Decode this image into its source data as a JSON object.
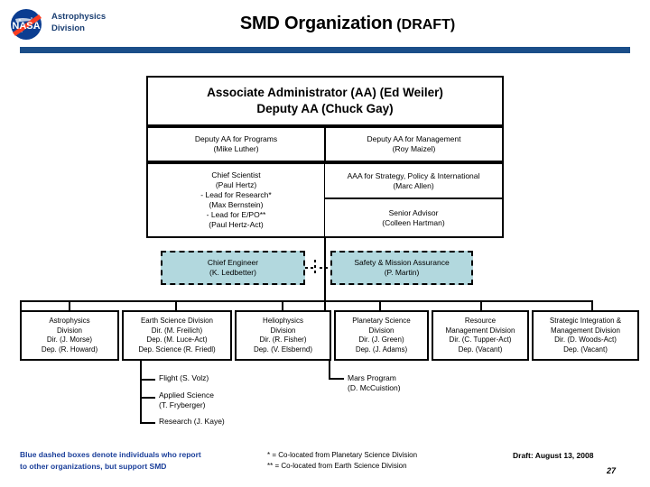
{
  "header": {
    "logo_icon": "nasa-meatball-icon",
    "org_unit_line1": "Astrophysics",
    "org_unit_line2": "Division",
    "title_main": "SMD Organization",
    "title_sub": " (DRAFT)",
    "rule_color": "#1b4e89"
  },
  "colors": {
    "dashed_box_fill": "#b2d8de",
    "legend_text": "#1b3f9a",
    "header_bar": "#1b4e89",
    "box_border": "#000000"
  },
  "top": {
    "aa_line1": "Associate Administrator (AA) (Ed Weiler)",
    "aa_line2": "Deputy AA (Chuck Gay)"
  },
  "deputies": [
    {
      "title": "Deputy AA for Programs",
      "person": "(Mike Luther)"
    },
    {
      "title": "Deputy AA for Management",
      "person": "(Roy Maizel)"
    }
  ],
  "chief_scientist": {
    "lines": [
      "Chief Scientist",
      "(Paul Hertz)",
      "- Lead for Research*",
      "(Max Bernstein)",
      "- Lead for E/PO**",
      "(Paul Hertz-Act)"
    ]
  },
  "aaa_strategy": {
    "title": "AAA for Strategy, Policy & International",
    "person": "(Marc Allen)"
  },
  "senior_advisor": {
    "title": "Senior Advisor",
    "person": "(Colleen Hartman)"
  },
  "dashed_boxes": [
    {
      "title": "Chief Engineer",
      "person": "(K. Ledbetter)"
    },
    {
      "title": "Safety & Mission Assurance",
      "person": "(P. Martin)"
    }
  ],
  "divisions": [
    {
      "lines": [
        "Astrophysics",
        "Division",
        "Dir. (J. Morse)",
        "Dep. (R. Howard)"
      ]
    },
    {
      "lines": [
        "Earth Science Division",
        "Dir. (M. Freilich)",
        "Dep. (M. Luce-Act)",
        "Dep. Science (R. Friedl)"
      ]
    },
    {
      "lines": [
        "Heliophysics",
        "Division",
        "Dir. (R. Fisher)",
        "Dep. (V. Elsbernd)"
      ]
    },
    {
      "lines": [
        "Planetary Science",
        "Division",
        "Dir. (J. Green)",
        "Dep. (J. Adams)"
      ]
    },
    {
      "lines": [
        "Resource",
        "Management Division",
        "Dir. (C. Tupper-Act)",
        "Dep. (Vacant)"
      ]
    },
    {
      "lines": [
        "Strategic Integration &",
        "Management Division",
        "Dir. (D. Woods-Act)",
        "Dep. (Vacant)"
      ]
    }
  ],
  "earth_subitems": [
    {
      "line1": "Flight (S. Volz)",
      "line2": ""
    },
    {
      "line1": "Applied Science",
      "line2": "(T. Fryberger)"
    },
    {
      "line1": "Research (J. Kaye)",
      "line2": ""
    }
  ],
  "planetary_subitems": [
    {
      "line1": "Mars Program",
      "line2": "(D. McCuistion)"
    }
  ],
  "footer": {
    "legend_line1": "Blue dashed boxes denote individuals who report",
    "legend_line2": "to other organizations, but support SMD",
    "footnote1": "* = Co-located from Planetary Science Division",
    "footnote2": "** = Co-located from Earth Science Division",
    "draft_date": "Draft: August 13, 2008",
    "page_number": "27"
  }
}
